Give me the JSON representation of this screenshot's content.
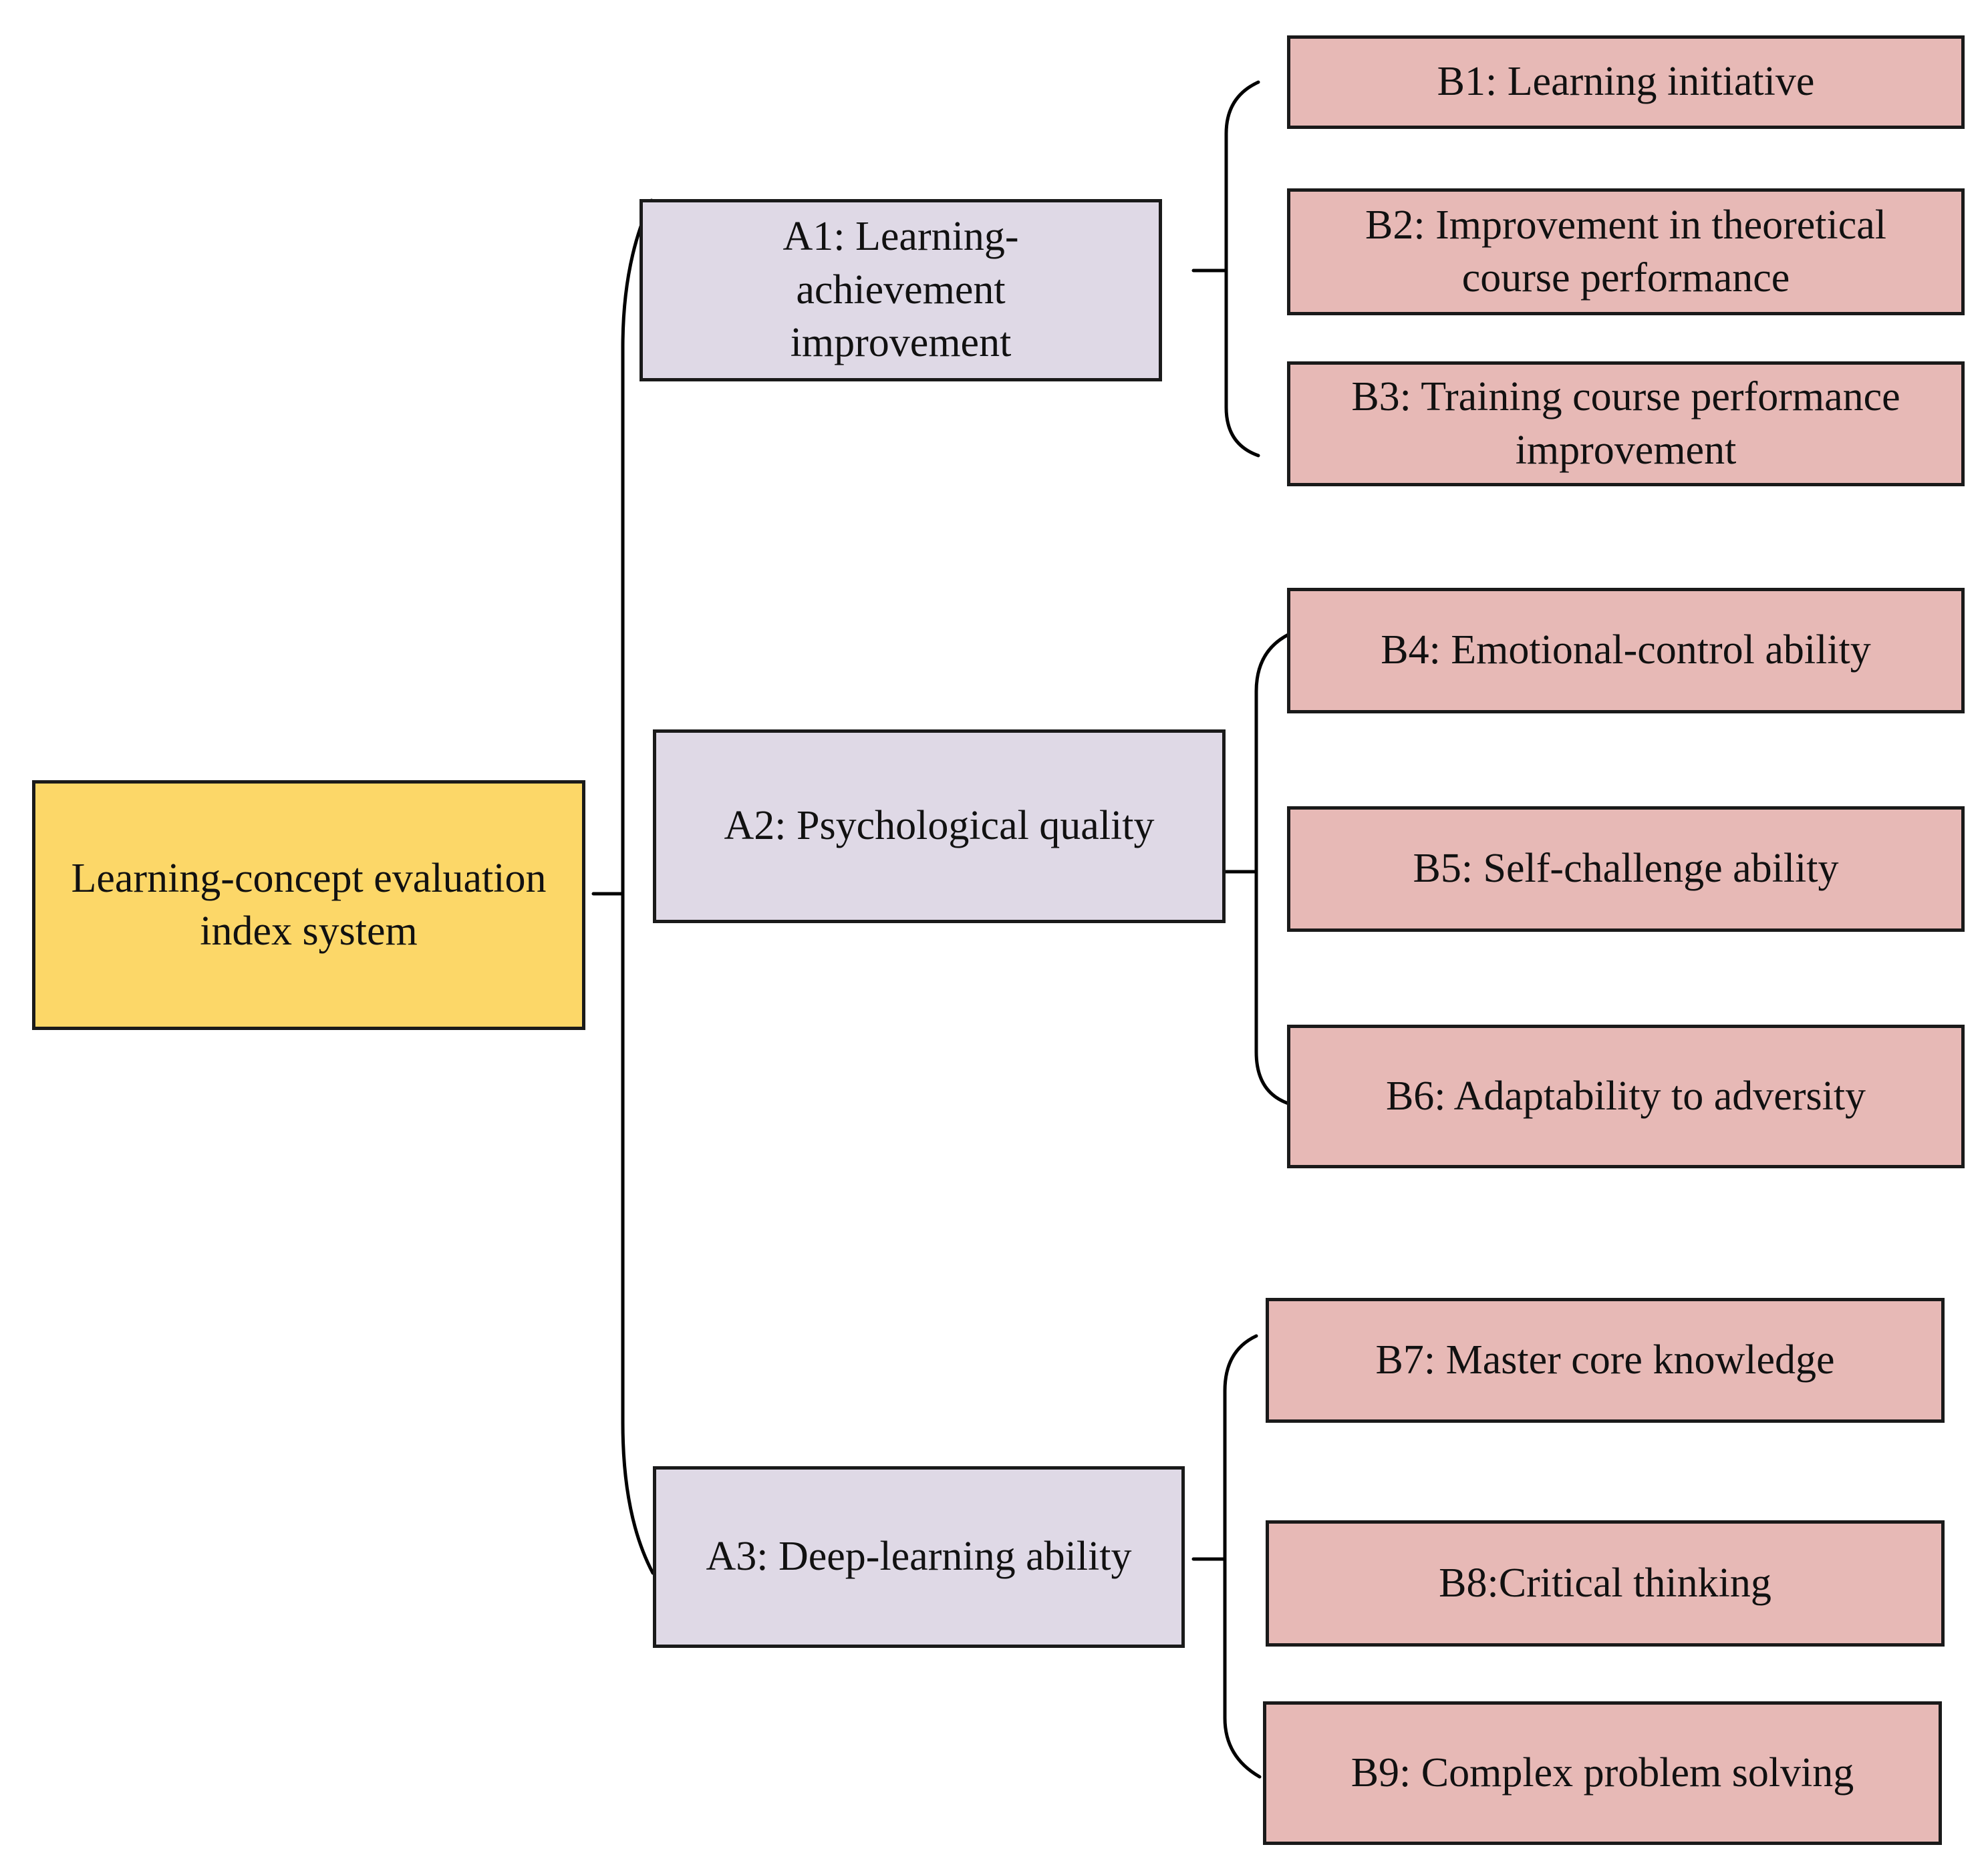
{
  "diagram": {
    "root": {
      "label": "Learning-concept evaluation index system"
    },
    "groups": [
      {
        "label": "A1: Learning-achievement improvement",
        "children": [
          "B1: Learning initiative",
          "B2: Improvement in theoretical course performance",
          "B3: Training course performance improvement"
        ]
      },
      {
        "label": "A2: Psychological quality",
        "children": [
          "B4: Emotional-control ability",
          "B5: Self-challenge ability",
          "B6: Adaptability to adversity"
        ]
      },
      {
        "label": "A3: Deep-learning ability",
        "children": [
          "B7: Master core knowledge",
          "B8:Critical thinking",
          "B9: Complex problem solving"
        ]
      }
    ],
    "colors": {
      "root_fill": "#fcd768",
      "level1_fill": "#dfd9e6",
      "level2_fill": "#e7b9b6",
      "stroke": "#1a1a1a"
    }
  }
}
